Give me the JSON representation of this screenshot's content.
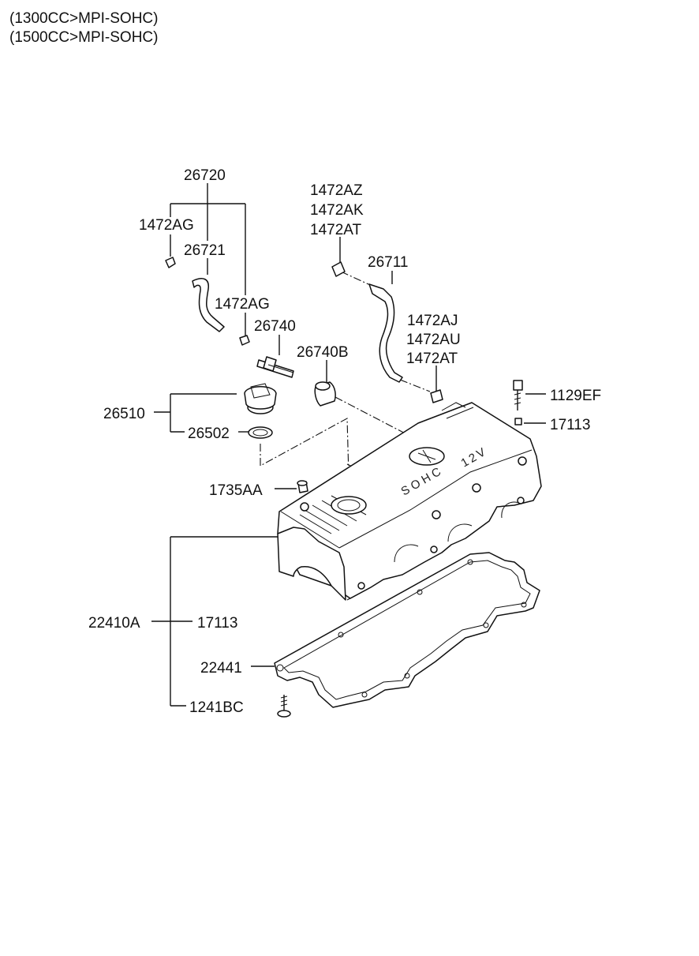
{
  "header": {
    "line1": "(1300CC>MPI-SOHC)",
    "line2": "(1500CC>MPI-SOHC)"
  },
  "part_labels": {
    "p26720": "26720",
    "p1472AG_a": "1472AG",
    "p26721": "26721",
    "p1472AG_b": "1472AG",
    "p26740": "26740",
    "p26740B": "26740B",
    "p1472AZ": "1472AZ",
    "p1472AK": "1472AK",
    "p1472AT_a": "1472AT",
    "p26711": "26711",
    "p1472AJ": "1472AJ",
    "p1472AU": "1472AU",
    "p1472AT_b": "1472AT",
    "p1129EF": "1129EF",
    "p17113_a": "17113",
    "p26510": "26510",
    "p26502": "26502",
    "p1735AA": "1735AA",
    "p22410A": "22410A",
    "p17113_b": "17113",
    "p22441": "22441",
    "p1241BC": "1241BC"
  },
  "cover_marking": {
    "sohc": "SOHC",
    "valves": "12V"
  }
}
